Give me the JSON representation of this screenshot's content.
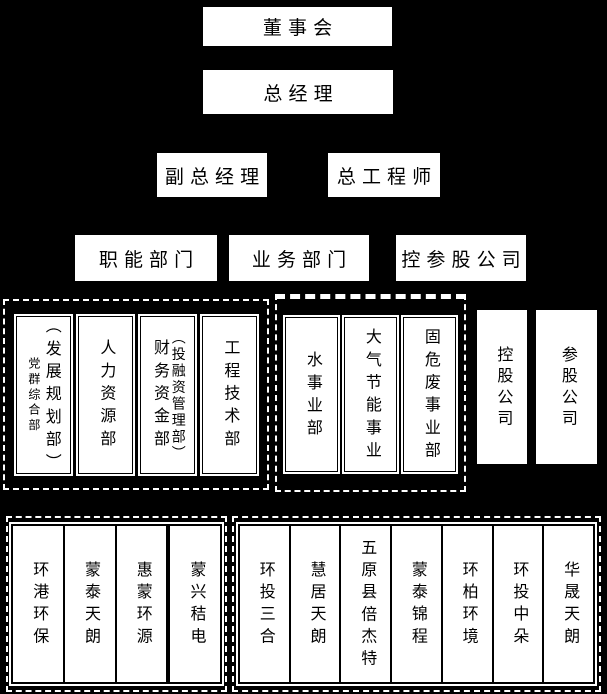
{
  "org_chart": {
    "top_nodes": {
      "board": "董事会",
      "general_manager": "总经理",
      "deputy_general_manager": "副总经理",
      "chief_engineer": "总工程师"
    },
    "categories": {
      "functional": "职能部门",
      "business": "业务部门",
      "holding_participating": "控参股公司"
    },
    "functional_departments": [
      {
        "lines": [
          "党群综合部",
          "（发展规划部）"
        ]
      },
      {
        "lines": [
          "人力资源部"
        ]
      },
      {
        "lines": [
          "财务资金部",
          "（投融资管理部）"
        ]
      },
      {
        "lines": [
          "工程技术部"
        ]
      }
    ],
    "business_divisions": [
      {
        "lines": [
          "水事业部"
        ]
      },
      {
        "lines": [
          "大气节能事业"
        ]
      },
      {
        "lines": [
          "固危废事业部"
        ]
      }
    ],
    "company_types": {
      "holding": "控股公司",
      "participating": "参股公司"
    },
    "holding_companies": [
      "环港环保",
      "蒙泰天朗",
      "惠蒙环源",
      "蒙兴秸电"
    ],
    "participating_companies": [
      "环投三合",
      "慧居天朗",
      "五原县倍杰特",
      "蒙泰锦程",
      "环柏环境",
      "环投中朵",
      "华晟天朗"
    ]
  },
  "colors": {
    "background": "#000000",
    "box_fill": "#ffffff",
    "text": "#000000",
    "group_border_dashed": "#ffffff",
    "box_border": "#000000"
  }
}
